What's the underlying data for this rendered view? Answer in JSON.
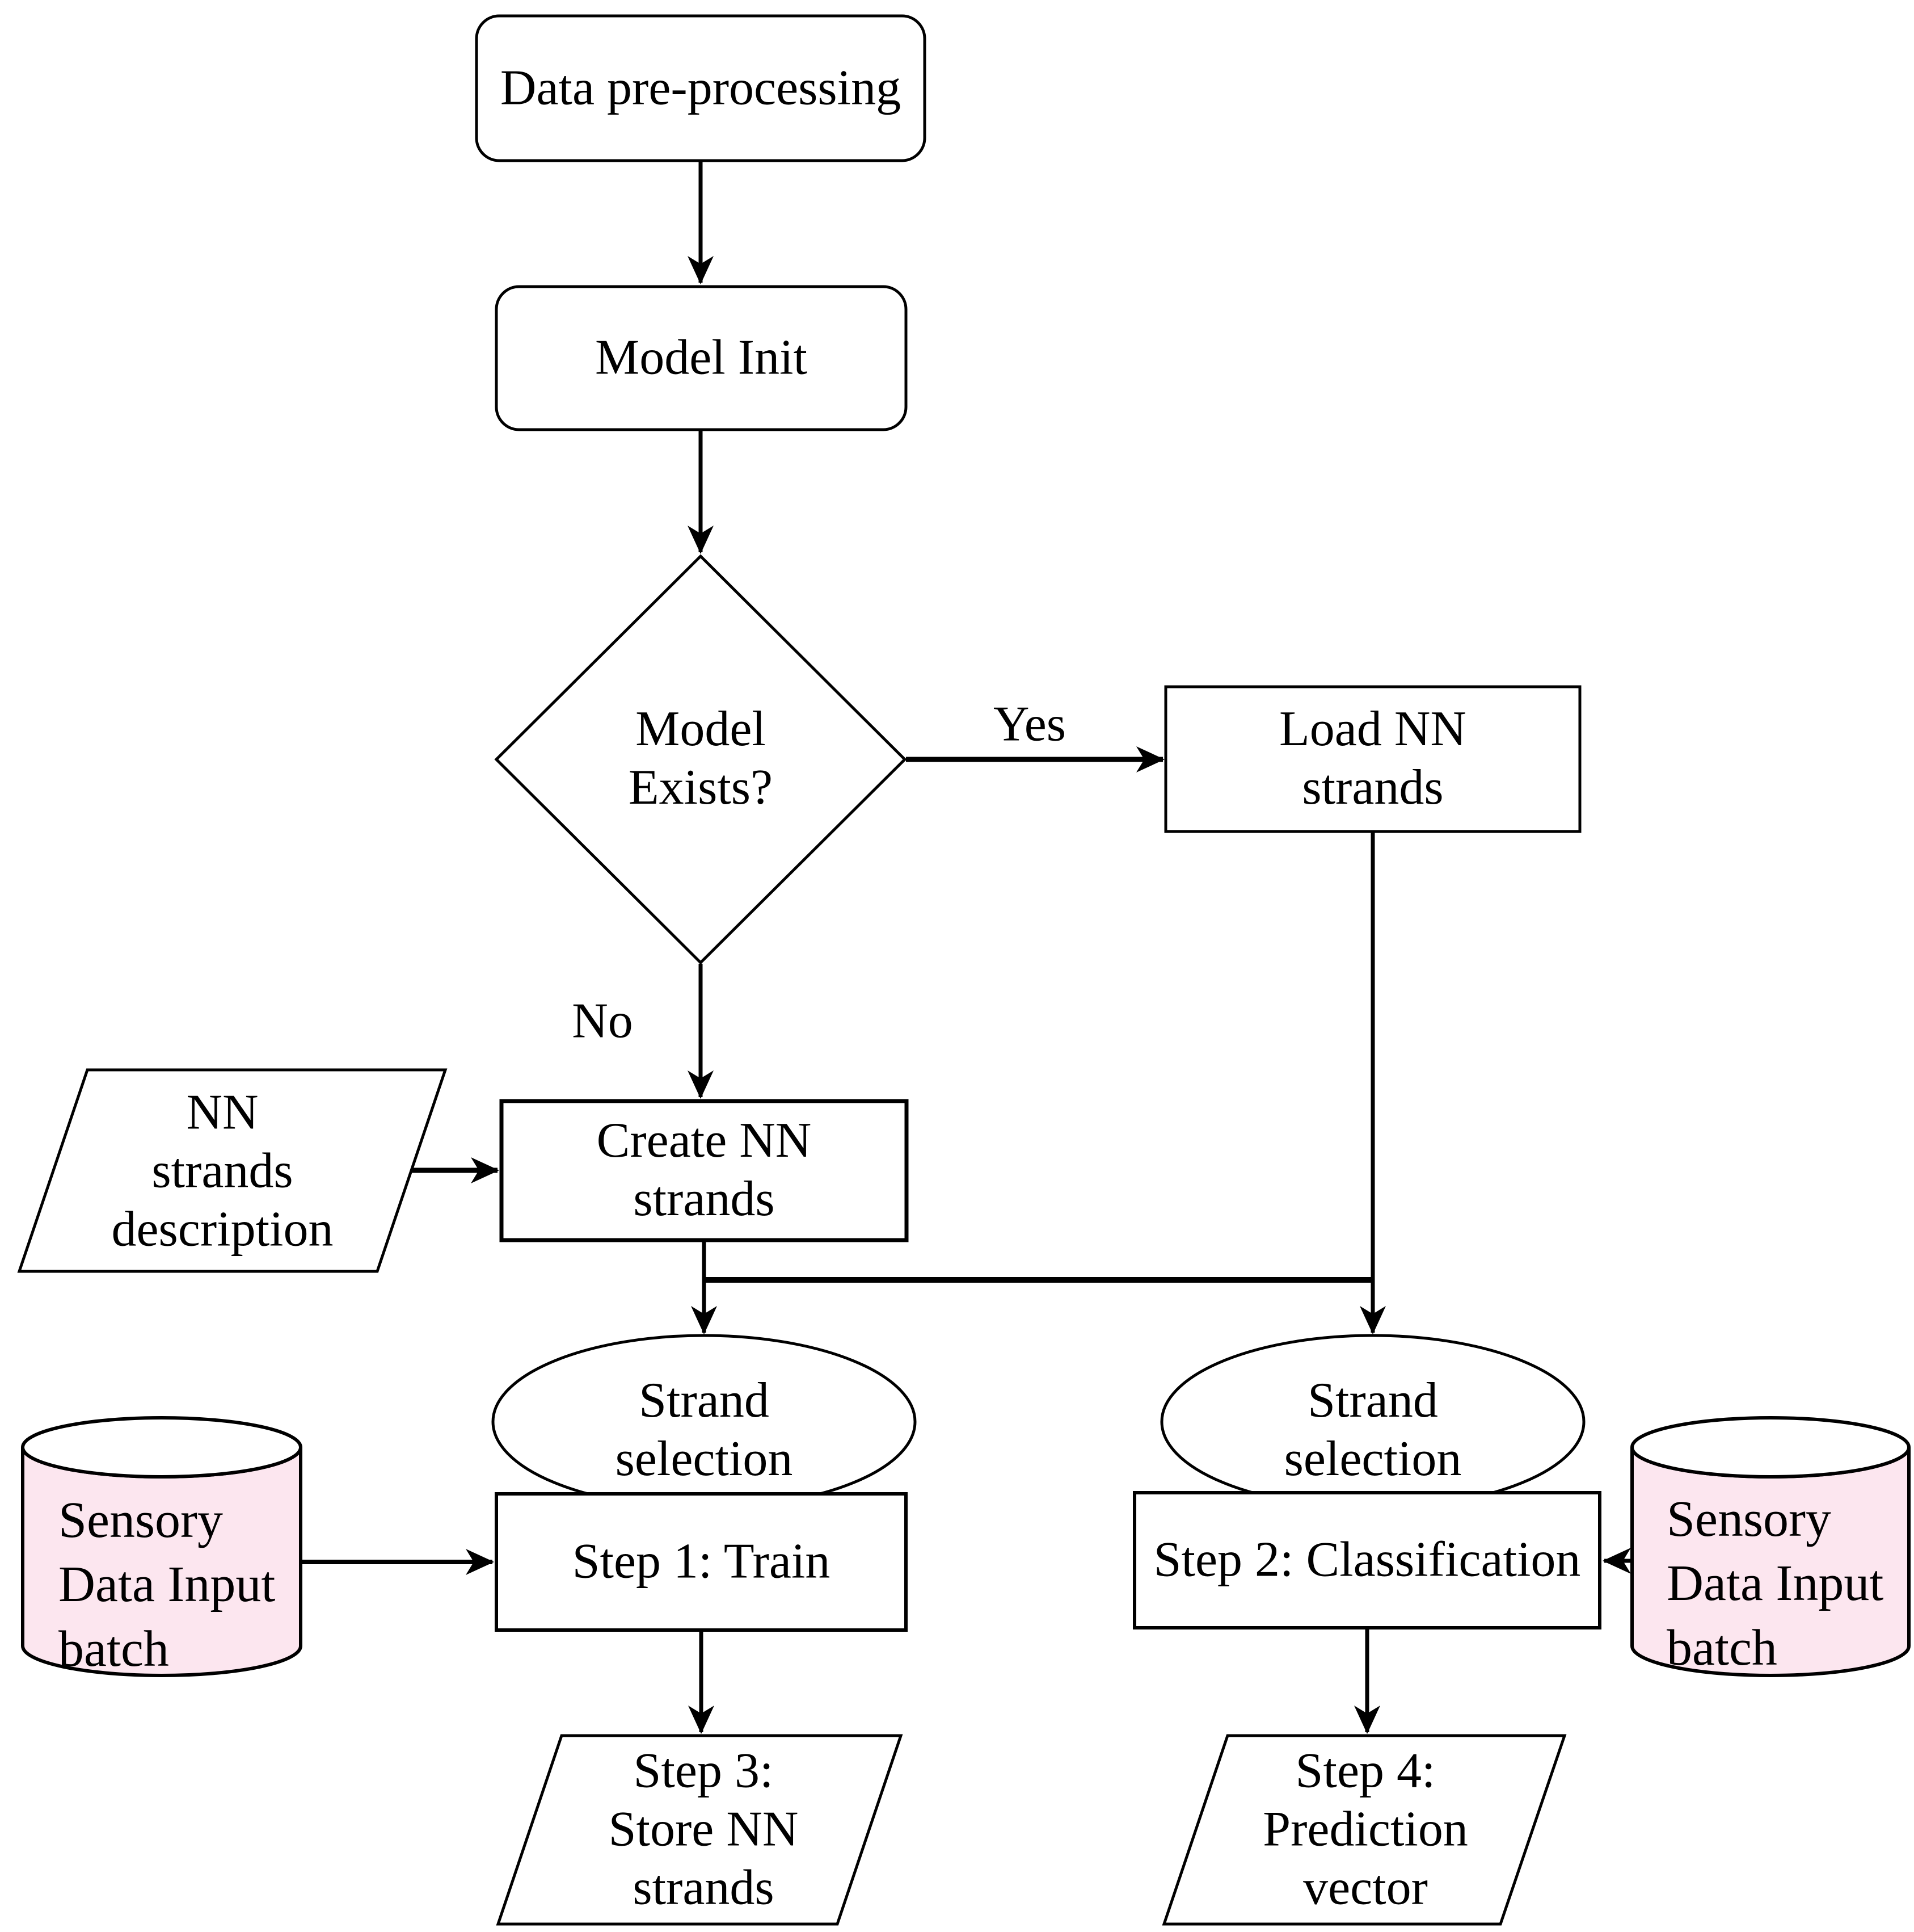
{
  "diagram": {
    "title": "Neural network strands training and classification flowchart",
    "background_color": "#ffffff",
    "stroke_color": "#000000",
    "node_fill_color": "#ffffff",
    "cylinder_fill_color": "#fce6ef",
    "text_color": "#000000"
  },
  "nodes": {
    "data_preprocessing": {
      "label": "Data pre-processing",
      "shape": "rounded-rectangle"
    },
    "model_init": {
      "label": "Model Init",
      "shape": "rounded-rectangle"
    },
    "model_exists": {
      "label": "Model\nExists?",
      "shape": "diamond-decision"
    },
    "load_nn_strands": {
      "label": "Load NN\nstrands",
      "shape": "rectangle"
    },
    "nn_strands_description": {
      "label": "NN\nstrands\ndescription",
      "shape": "parallelogram"
    },
    "create_nn_strands": {
      "label": "Create NN\nstrands",
      "shape": "rectangle"
    },
    "strand_selection_left": {
      "label": "Strand\nselection",
      "shape": "ellipse"
    },
    "strand_selection_right": {
      "label": "Strand\nselection",
      "shape": "ellipse"
    },
    "step1_train": {
      "label": "Step 1: Train",
      "shape": "rectangle"
    },
    "step2_classification": {
      "label": "Step 2: Classification",
      "shape": "rectangle"
    },
    "sensory_data_input_left": {
      "label": "Sensory\nData Input\nbatch",
      "shape": "cylinder-database"
    },
    "sensory_data_input_right": {
      "label": "Sensory\nData Input\nbatch",
      "shape": "cylinder-database"
    },
    "step3_store_nn_strands": {
      "label": "Step 3:\nStore NN\nstrands",
      "shape": "parallelogram"
    },
    "step4_prediction_vector": {
      "label": "Step 4:\nPrediction\nvector",
      "shape": "parallelogram"
    }
  },
  "edge_labels": {
    "yes": "Yes",
    "no": "No"
  },
  "edges": [
    {
      "from": "data_preprocessing",
      "to": "model_init"
    },
    {
      "from": "model_init",
      "to": "model_exists"
    },
    {
      "from": "model_exists",
      "to": "load_nn_strands",
      "label": "Yes"
    },
    {
      "from": "model_exists",
      "to": "create_nn_strands",
      "label": "No"
    },
    {
      "from": "nn_strands_description",
      "to": "create_nn_strands"
    },
    {
      "from": "create_nn_strands",
      "to": "strand_selection_left"
    },
    {
      "from": "create_nn_strands",
      "to": "strand_selection_right"
    },
    {
      "from": "load_nn_strands",
      "to": "strand_selection_right"
    },
    {
      "from": "load_nn_strands",
      "to": "strand_selection_left"
    },
    {
      "from": "sensory_data_input_left",
      "to": "step1_train"
    },
    {
      "from": "sensory_data_input_right",
      "to": "step2_classification"
    },
    {
      "from": "step1_train",
      "to": "step3_store_nn_strands"
    },
    {
      "from": "step2_classification",
      "to": "step4_prediction_vector"
    }
  ]
}
